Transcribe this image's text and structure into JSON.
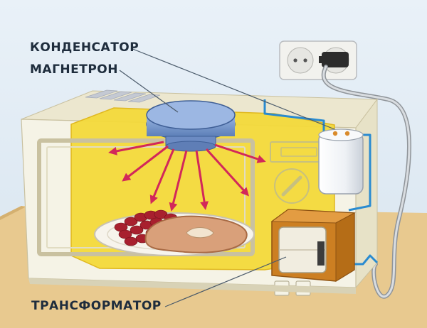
{
  "labels": {
    "capacitor": "КОНДЕНСАТОР",
    "magnetron": "МАГНЕТРОН",
    "transformer": "ТРАНСФОРМАТОР"
  },
  "colors": {
    "background": "#dfe9f2",
    "table": "#e8c98f",
    "oven_body": "#f5f3e6",
    "interior": "#f3d93a",
    "magnetron": "#7f9dcf",
    "microwave_rays": "#d2285a",
    "wiring": "#2a8bd0",
    "transformer": "#d98a2b",
    "capacitor": "#ffffff",
    "text": "#1f2d3d"
  },
  "icons": [
    "power-outlet-icon",
    "power-plug-icon"
  ]
}
